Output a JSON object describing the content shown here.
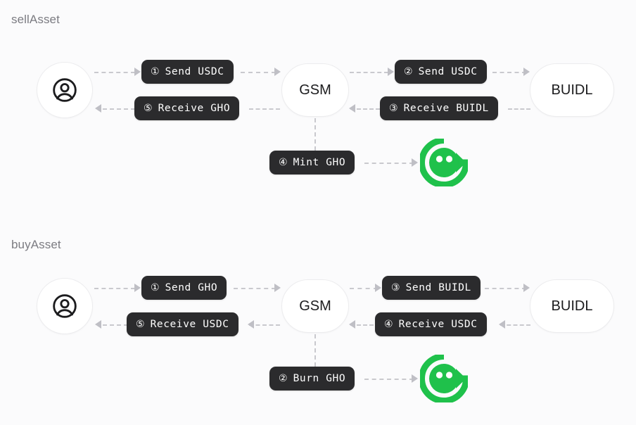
{
  "colors": {
    "background": "#fbfbfc",
    "pill_background": "#2b2b2d",
    "pill_text": "#ffffff",
    "node_border": "#ececee",
    "connector": "#c9c9ce",
    "title_text": "#7c7c82",
    "gho_green": "#1fc14b"
  },
  "sections": [
    {
      "id": "sellAsset",
      "title": "sellAsset",
      "nodes": {
        "user": {
          "label": "",
          "icon": "user-circle-icon"
        },
        "gsm": {
          "label": "GSM"
        },
        "buidl": {
          "label": "BUIDL"
        },
        "gho": {
          "label": "",
          "icon": "gho-logo-icon"
        }
      },
      "steps": [
        {
          "num": "①",
          "text": "Send USDC",
          "from": "user",
          "to": "gsm",
          "direction": "right"
        },
        {
          "num": "②",
          "text": "Send USDC",
          "from": "gsm",
          "to": "buidl",
          "direction": "right"
        },
        {
          "num": "③",
          "text": "Receive BUIDL",
          "from": "buidl",
          "to": "gsm",
          "direction": "left"
        },
        {
          "num": "④",
          "text": "Mint GHO",
          "from": "gsm",
          "to": "gho",
          "direction": "right"
        },
        {
          "num": "⑤",
          "text": "Receive GHO",
          "from": "gsm",
          "to": "user",
          "direction": "left"
        }
      ]
    },
    {
      "id": "buyAsset",
      "title": "buyAsset",
      "nodes": {
        "user": {
          "label": "",
          "icon": "user-circle-icon"
        },
        "gsm": {
          "label": "GSM"
        },
        "buidl": {
          "label": "BUIDL"
        },
        "gho": {
          "label": "",
          "icon": "gho-logo-icon"
        }
      },
      "steps": [
        {
          "num": "①",
          "text": "Send GHO",
          "from": "user",
          "to": "gsm",
          "direction": "right"
        },
        {
          "num": "②",
          "text": "Burn GHO",
          "from": "gsm",
          "to": "gho",
          "direction": "right"
        },
        {
          "num": "③",
          "text": "Send BUIDL",
          "from": "gsm",
          "to": "buidl",
          "direction": "right"
        },
        {
          "num": "④",
          "text": "Receive USDC",
          "from": "buidl",
          "to": "gsm",
          "direction": "left"
        },
        {
          "num": "⑤",
          "text": "Receive USDC",
          "from": "gsm",
          "to": "user",
          "direction": "left"
        }
      ]
    }
  ]
}
